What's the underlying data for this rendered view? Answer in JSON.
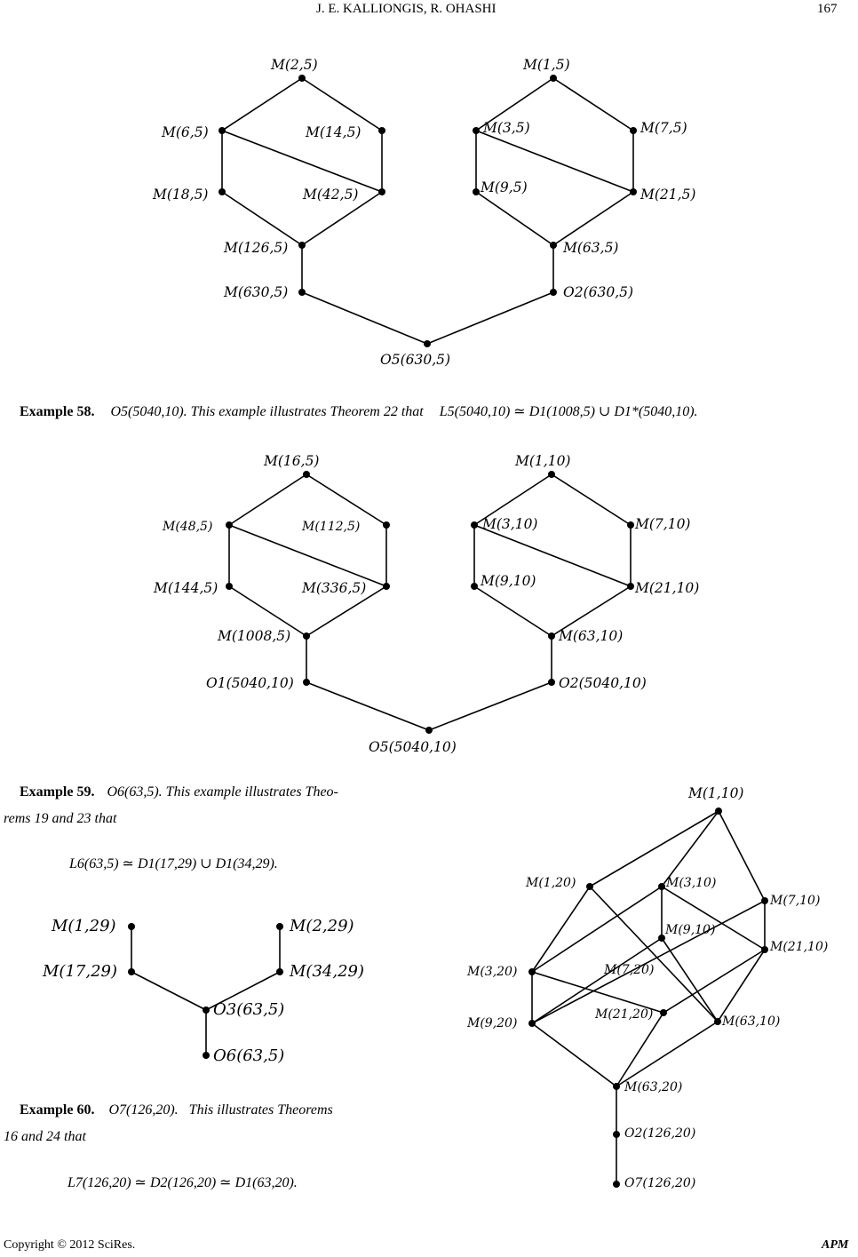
{
  "header": {
    "running_title": "J. E. KALLIONGIS, R. OHASHI",
    "page_number": "167"
  },
  "diagram1": {
    "labels": [
      "M(2,5)",
      "M(6,5)",
      "M(14,5)",
      "M(18,5)",
      "M(42,5)",
      "M(126,5)",
      "M(630,5)",
      "M(1,5)",
      "M(3,5)",
      "M(7,5)",
      "M(9,5)",
      "M(21,5)",
      "M(63,5)",
      "O2(630,5)",
      "O5(630,5)"
    ]
  },
  "example58": {
    "heading": "Example 58.",
    "object": "O5(5040,10).",
    "text": "This example illustrates Theorem 22 that",
    "formula": "L5(5040,10) ≃ D1(1008,5) ∪ D1*(5040,10)."
  },
  "diagram2": {
    "labels": [
      "M(16,5)",
      "M(48,5)",
      "M(112,5)",
      "M(144,5)",
      "M(336,5)",
      "M(1008,5)",
      "O1(5040,10)",
      "M(1,10)",
      "M(3,10)",
      "M(7,10)",
      "M(9,10)",
      "M(21,10)",
      "M(63,10)",
      "O2(5040,10)",
      "O5(5040,10)"
    ]
  },
  "example59": {
    "heading": "Example 59.",
    "object": "O6(63,5).",
    "text_line1": "This example illustrates Theo-",
    "text_line2": "rems 19 and 23 that",
    "formula": "L6(63,5) ≃ D1(17,29) ∪ D1(34,29)."
  },
  "diagram3": {
    "labels": [
      "M(1,29)",
      "M(17,29)",
      "M(2,29)",
      "M(34,29)",
      "O3(63,5)",
      "O6(63,5)"
    ]
  },
  "diagram4": {
    "labels": [
      "M(1,10)",
      "M(1,20)",
      "M(3,10)",
      "M(7,10)",
      "M(9,10)",
      "M(21,10)",
      "M(3,20)",
      "M(7,20)",
      "M(9,20)",
      "M(21,20)",
      "M(63,10)",
      "M(63,20)",
      "O2(126,20)",
      "O7(126,20)"
    ]
  },
  "example60": {
    "heading": "Example 60.",
    "object": "O7(126,20).",
    "text_line1": "This illustrates Theorems",
    "text_line2": "16 and 24 that",
    "formula": "L7(126,20) ≃ D2(126,20) ≃ D1(63,20)."
  },
  "footer": {
    "copyright": "Copyright © 2012 SciRes.",
    "journal": "APM"
  }
}
